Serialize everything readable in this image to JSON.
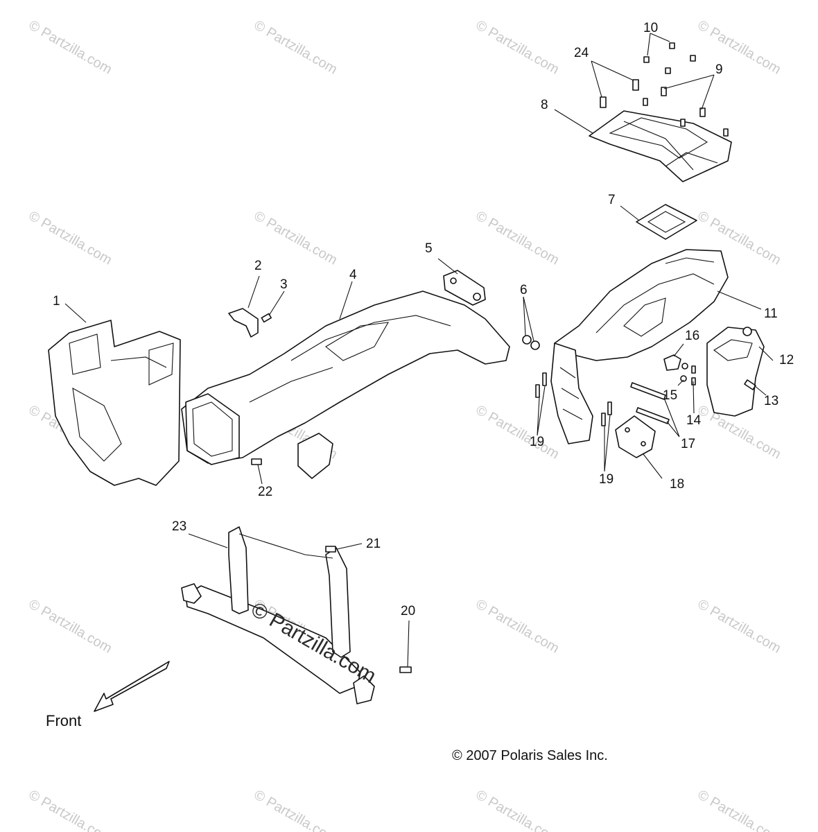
{
  "callouts": [
    {
      "id": "1",
      "label": "1"
    },
    {
      "id": "2",
      "label": "2"
    },
    {
      "id": "3",
      "label": "3"
    },
    {
      "id": "4",
      "label": "4"
    },
    {
      "id": "5",
      "label": "5"
    },
    {
      "id": "6",
      "label": "6"
    },
    {
      "id": "7",
      "label": "7"
    },
    {
      "id": "8",
      "label": "8"
    },
    {
      "id": "9",
      "label": "9"
    },
    {
      "id": "10",
      "label": "10"
    },
    {
      "id": "11",
      "label": "11"
    },
    {
      "id": "12",
      "label": "12"
    },
    {
      "id": "13",
      "label": "13"
    },
    {
      "id": "14",
      "label": "14"
    },
    {
      "id": "15",
      "label": "15"
    },
    {
      "id": "16",
      "label": "16"
    },
    {
      "id": "17",
      "label": "17"
    },
    {
      "id": "18",
      "label": "18"
    },
    {
      "id": "19a",
      "label": "19"
    },
    {
      "id": "19b",
      "label": "19"
    },
    {
      "id": "20",
      "label": "20"
    },
    {
      "id": "21",
      "label": "21"
    },
    {
      "id": "22",
      "label": "22"
    },
    {
      "id": "23",
      "label": "23"
    },
    {
      "id": "24",
      "label": "24"
    }
  ],
  "front_label": "Front",
  "copyright": "© 2007 Polaris Sales Inc.",
  "watermark_text": "© Partzilla.com",
  "center_watermark": "© Partzilla.com"
}
